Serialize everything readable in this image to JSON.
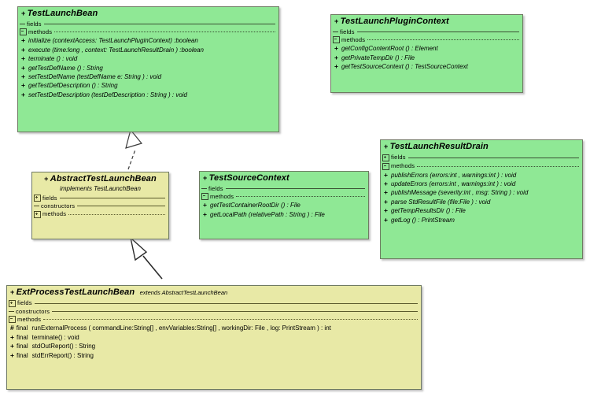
{
  "diagram": {
    "title": "UML Class Diagram",
    "colors": {
      "interface_fill": "#8fe895",
      "class_fill": "#e8e9a6",
      "border": "#6f7a63"
    },
    "section_labels": {
      "fields": "fields",
      "constructors": "constructors",
      "methods": "methods"
    }
  },
  "classes": [
    {
      "id": "TestLaunchBean",
      "visibility": "+",
      "name": "TestLaunchBean",
      "stereotype": "",
      "fill": "green",
      "fields_toggle": "dash",
      "methods_toggle": "minus",
      "methods": [
        {
          "vis": "+",
          "mod": "",
          "sig": "initialize (contextAccess: TestLaunchPluginContext) :boolean"
        },
        {
          "vis": "+",
          "mod": "",
          "sig": "execute (time:long ,  context: TestLaunchResultDrain ) :boolean"
        },
        {
          "vis": "+",
          "mod": "",
          "sig": "terminate () : void"
        },
        {
          "vis": "+",
          "mod": "",
          "sig": "getTestDefName () : String"
        },
        {
          "vis": "+",
          "mod": "",
          "sig": "setTestDefName (testDefName e: String ) : void"
        },
        {
          "vis": "+",
          "mod": "",
          "sig": "getTestDefDescription () : String"
        },
        {
          "vis": "+",
          "mod": "",
          "sig": "setTestDefDescription (testDefDescription : String ) : void"
        }
      ]
    },
    {
      "id": "TestLaunchPluginContext",
      "visibility": "+",
      "name": "TestLaunchPluginContext",
      "stereotype": "",
      "fill": "green",
      "fields_toggle": "dash",
      "methods_toggle": "minus",
      "methods": [
        {
          "vis": "+",
          "mod": "",
          "sig": "getConfigContentRoot () : Element"
        },
        {
          "vis": "+",
          "mod": "",
          "sig": "getPrivateTempDir () : File"
        },
        {
          "vis": "+",
          "mod": "",
          "sig": "getTestSourceContext () : TestSourceContext"
        }
      ]
    },
    {
      "id": "TestLaunchResultDrain",
      "visibility": "+",
      "name": "TestLaunchResultDrain",
      "stereotype": "",
      "fill": "green",
      "fields_toggle": "plus",
      "methods_toggle": "minus",
      "methods": [
        {
          "vis": "+",
          "mod": "",
          "sig": "publishErrors (errors:int ,  warnings:int ) : void"
        },
        {
          "vis": "+",
          "mod": "",
          "sig": "updateErrors (errors:int ,  warnings:int ) : void"
        },
        {
          "vis": "+",
          "mod": "",
          "sig": "publishMessage (severity:int ,  msg: String ) : void"
        },
        {
          "vis": "+",
          "mod": "",
          "sig": "parse StdResultFile (file:File ) : void"
        },
        {
          "vis": "+",
          "mod": "",
          "sig": "getTempResultsDir () : File"
        },
        {
          "vis": "+",
          "mod": "",
          "sig": "getLog () : PrintStream"
        }
      ]
    },
    {
      "id": "TestSourceContext",
      "visibility": "+",
      "name": "TestSourceContext",
      "stereotype": "",
      "fill": "green",
      "fields_toggle": "dash",
      "methods_toggle": "minus",
      "methods": [
        {
          "vis": "+",
          "mod": "",
          "sig": "getTestContainerRootDir () : File"
        },
        {
          "vis": "+",
          "mod": "",
          "sig": "getLocalPath (relativePath : String ) : File"
        }
      ]
    },
    {
      "id": "AbstractTestLaunchBean",
      "visibility": "+",
      "name": "AbstractTestLaunchBean",
      "stereotype": "implements  TestLaunchBean",
      "fill": "yellow",
      "fields_toggle": "plus",
      "constructors_toggle": "dash",
      "methods_toggle": "plus",
      "methods": []
    },
    {
      "id": "ExtProcessTestLaunchBean",
      "visibility": "+",
      "name": "ExtProcessTestLaunchBean",
      "extends": "extends  AbstractTestLaunchBean",
      "fill": "yellow",
      "fields_toggle": "plus",
      "constructors_toggle": "dash",
      "methods_toggle": "minus",
      "methods": [
        {
          "vis": "#",
          "mod": "final",
          "sig": "runExternalProcess ( commandLine:String[] ,  envVariables:String[] ,  workingDir: File ,  log: PrintStream ) : int"
        },
        {
          "vis": "+",
          "mod": "final",
          "sig": "terminate() : void"
        },
        {
          "vis": "+",
          "mod": "final",
          "sig": "stdOutReport() : String"
        },
        {
          "vis": "+",
          "mod": "final",
          "sig": "stdErrReport() : String"
        }
      ]
    }
  ],
  "relations": [
    {
      "id": "rel-abstract-implements-bean",
      "kind": "realization",
      "from": "AbstractTestLaunchBean",
      "to": "TestLaunchBean"
    },
    {
      "id": "rel-extproc-extends-abstract",
      "kind": "generalization",
      "from": "ExtProcessTestLaunchBean",
      "to": "AbstractTestLaunchBean"
    }
  ]
}
